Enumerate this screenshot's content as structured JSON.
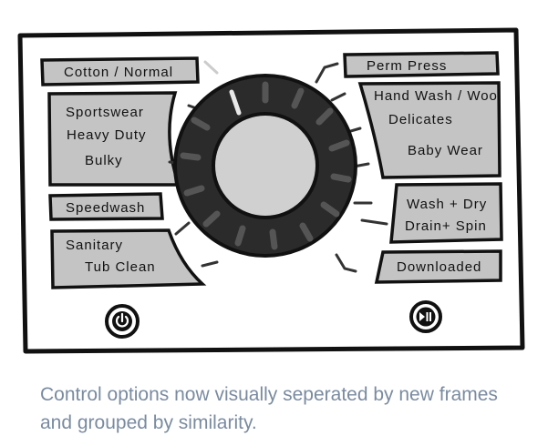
{
  "left_buttons": [
    {
      "id": "cotton",
      "lines": [
        "Cotton / Normal"
      ]
    },
    {
      "id": "group-heavy",
      "lines": [
        "Sportswear",
        "Heavy Duty",
        "Bulky"
      ]
    },
    {
      "id": "speedwash",
      "lines": [
        "Speedwash"
      ]
    },
    {
      "id": "group-sanitary",
      "lines": [
        "Sanitary",
        "Tub Clean"
      ]
    }
  ],
  "right_buttons": [
    {
      "id": "perm-press",
      "lines": [
        "Perm Press"
      ]
    },
    {
      "id": "group-delicate",
      "lines": [
        "Hand Wash / Wool",
        "Delicates",
        "Baby Wear"
      ]
    },
    {
      "id": "group-wash-dry",
      "lines": [
        "Wash + Dry",
        "Drain+ Spin"
      ]
    },
    {
      "id": "downloaded",
      "lines": [
        "Downloaded"
      ]
    }
  ],
  "icons": {
    "power": "power-icon",
    "start": "play-pause-icon"
  },
  "caption": "Control options now visually seperated by new frames and grouped by similarity.",
  "colors": {
    "button_fill": "#c4c4c4",
    "dial": "#2b2b2b",
    "caption": "#7a8ba0"
  }
}
